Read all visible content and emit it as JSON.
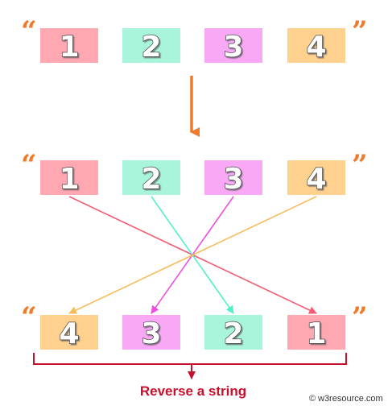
{
  "rows": {
    "input": {
      "open_quote": "“",
      "close_quote": "”",
      "boxes": [
        {
          "label": "1",
          "color": "#ffa8b2"
        },
        {
          "label": "2",
          "color": "#a8f5dc"
        },
        {
          "label": "3",
          "color": "#f8a8f5"
        },
        {
          "label": "4",
          "color": "#ffd18f"
        }
      ]
    },
    "middle": {
      "open_quote": "“",
      "close_quote": "”",
      "boxes": [
        {
          "label": "1",
          "color": "#ffa8b2"
        },
        {
          "label": "2",
          "color": "#a8f5dc"
        },
        {
          "label": "3",
          "color": "#f8a8f5"
        },
        {
          "label": "4",
          "color": "#ffd18f"
        }
      ]
    },
    "output": {
      "open_quote": "“",
      "close_quote": "”",
      "boxes": [
        {
          "label": "4",
          "color": "#ffd18f"
        },
        {
          "label": "3",
          "color": "#f8a8f5"
        },
        {
          "label": "2",
          "color": "#a8f5dc"
        },
        {
          "label": "1",
          "color": "#ffa8b2"
        }
      ]
    }
  },
  "crossing_lines": [
    {
      "from": "1",
      "color": "#f25c74"
    },
    {
      "from": "2",
      "color": "#54f0c8"
    },
    {
      "from": "3",
      "color": "#ee4fe0"
    },
    {
      "from": "4",
      "color": "#f7bd5c"
    }
  ],
  "down_arrow_color": "#f07a2a",
  "caption": "Reverse a string",
  "caption_color": "#c8102e",
  "credit": "w3resource.com",
  "credit_symbol": "©"
}
